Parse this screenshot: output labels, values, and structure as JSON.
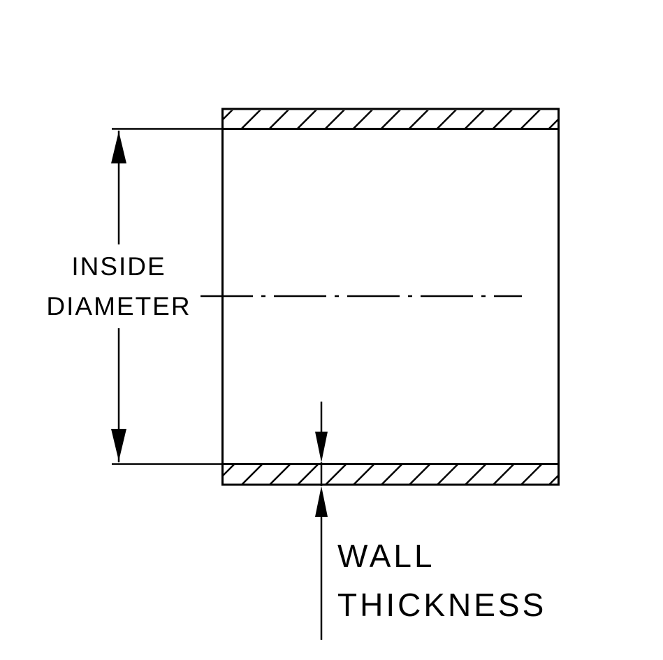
{
  "diagram": {
    "type": "technical-cross-section",
    "subject": "tube-wall-cross-section",
    "labels": {
      "inside_diameter": {
        "line1": "INSIDE",
        "line2": "DIAMETER"
      },
      "wall_thickness": {
        "line1": "WALL",
        "line2": "THICKNESS"
      }
    },
    "colors": {
      "line": "#000000",
      "background": "#ffffff"
    }
  }
}
